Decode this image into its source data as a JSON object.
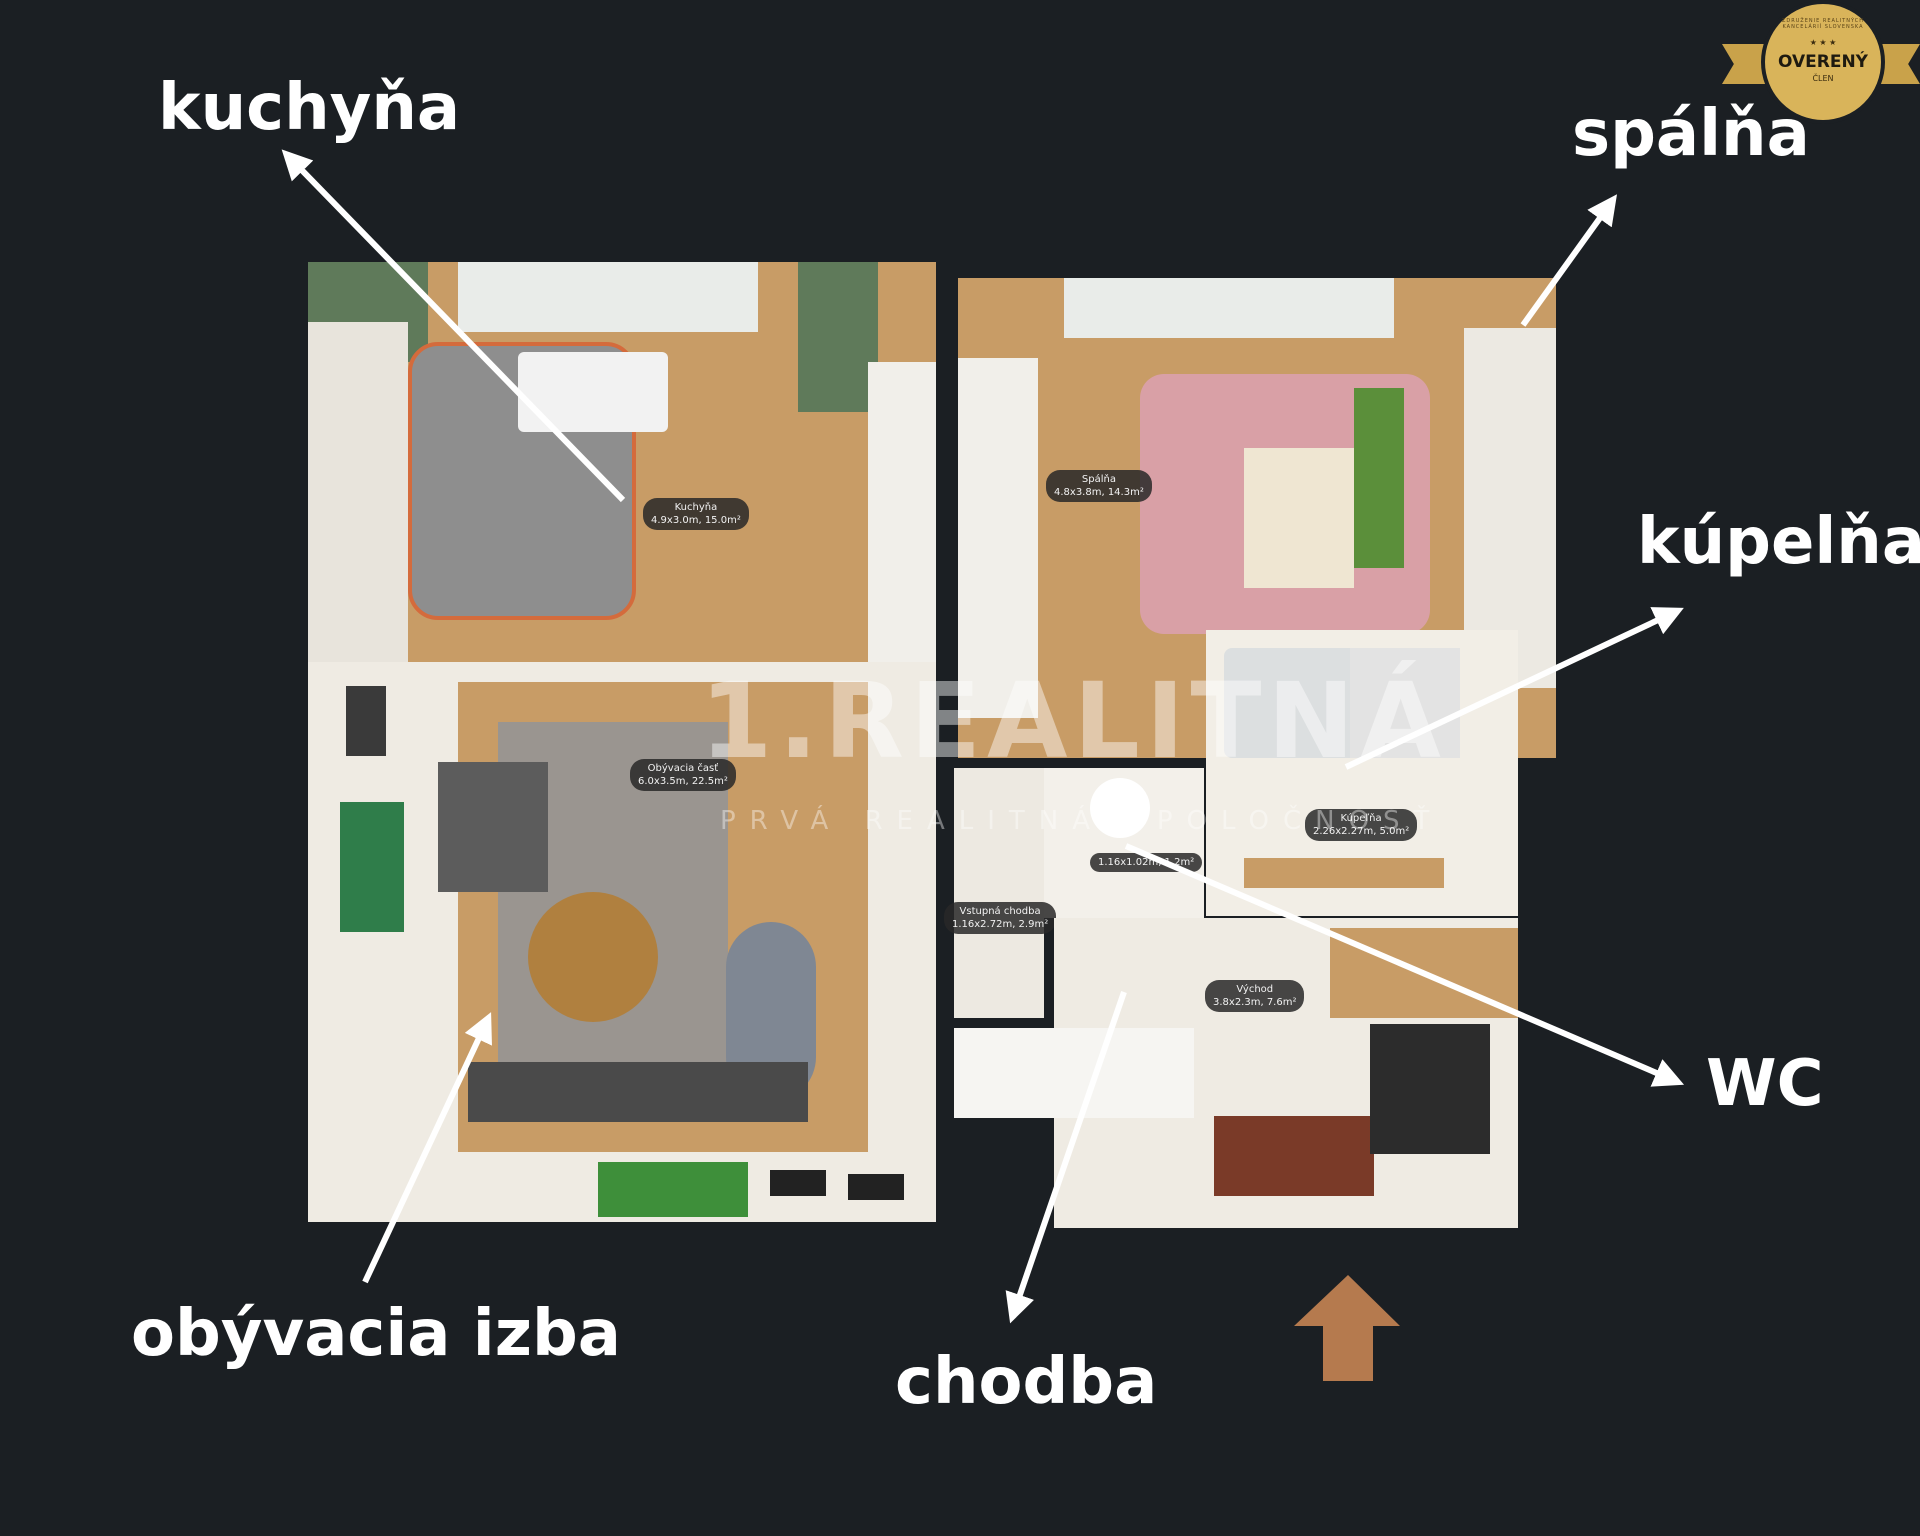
{
  "labels": {
    "kitchen": "kuchyňa",
    "bedroom": "spálňa",
    "bathroom": "kúpelňa",
    "wc": "WC",
    "living_room": "obývacia izba",
    "hallway": "chodba"
  },
  "room_tags": {
    "kitchen": {
      "name": "Kuchyňa",
      "size": "4.9x3.0m, 15.0m²"
    },
    "bedroom": {
      "name": "Spálňa",
      "size": "4.8x3.8m, 14.3m²"
    },
    "living": {
      "name": "Obývacia časť",
      "size": "6.0x3.5m, 22.5m²"
    },
    "bathroom": {
      "name": "Kúpeľňa",
      "size": "2.26x2.27m, 5.0m²"
    },
    "wc": {
      "name": "",
      "size": "1.16x1.02m, 1.2m²"
    },
    "entry_hall": {
      "name": "Vstupná chodba",
      "size": "1.16x2.72m, 2.9m²"
    },
    "exit": {
      "name": "Východ",
      "size": "3.8x2.3m, 7.6m²"
    }
  },
  "watermark": {
    "brand": "1.REALITNÁ",
    "tagline": "PRVÁ REALITNÁ SPOLOČNOSŤ"
  },
  "badge": {
    "title": "OVERENÝ",
    "subtitle": "ČLEN",
    "ring_text": "ZDRUŽENIE REALITNÝCH KANCELÁRIÍ SLOVENSKA"
  },
  "colors": {
    "background": "#1b1f23",
    "arrow": "#ffffff",
    "entrance_arrow": "#b57a4e",
    "badge_gold": "#d9b45a"
  },
  "icons": {
    "entrance": "up-arrow-icon"
  }
}
